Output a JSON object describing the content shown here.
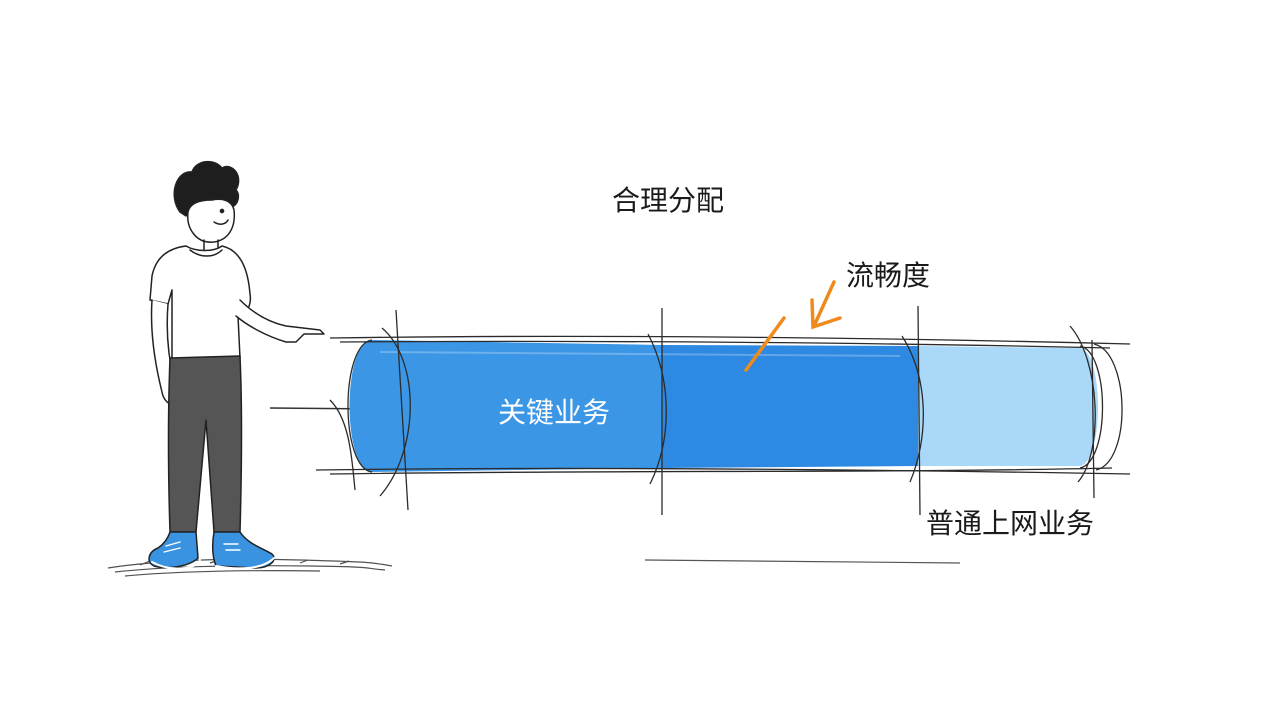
{
  "diagram": {
    "title": "合理分配",
    "smoothness_label": "流畅度",
    "segments": [
      {
        "label": "关键业务",
        "color": "#3b96e6"
      },
      {
        "label": "",
        "color": "#2e89e2"
      },
      {
        "label": "",
        "color": "#a9d8f8"
      }
    ],
    "normal_traffic_label": "普通上网业务"
  },
  "colors": {
    "accent_orange": "#f08a1c",
    "ink": "#2b2b2b",
    "shoe_blue": "#3a93e0",
    "pants_gray": "#555555"
  }
}
